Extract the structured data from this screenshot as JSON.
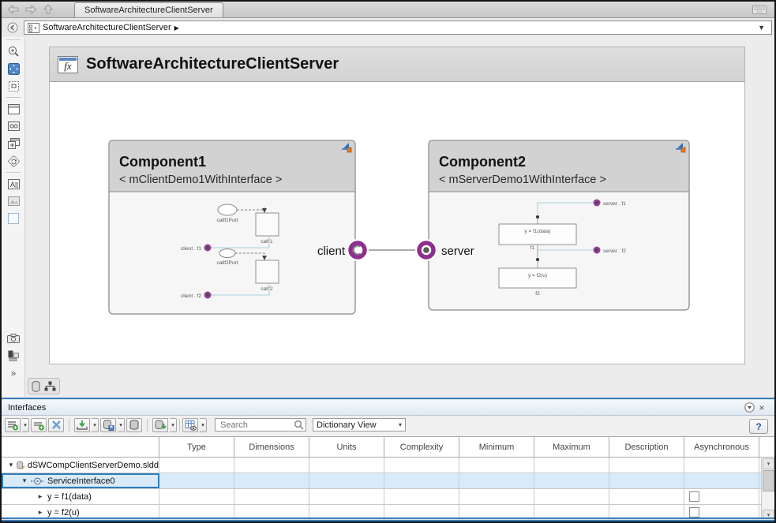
{
  "window": {
    "tab_title": "SoftwareArchitectureClientServer",
    "breadcrumb_item": "SoftwareArchitectureClientServer"
  },
  "canvas": {
    "title": "SoftwareArchitectureClientServer"
  },
  "diagram": {
    "component1": {
      "name": "Component1",
      "stereotype": "< mClientDemo1WithInterface >",
      "callf1_port": "callf1Port",
      "callf1": "callf1",
      "callf2_port": "callf2Port",
      "callf2": "callf2",
      "client_f1": "client . f1",
      "client_f2": "client . f2",
      "port_label": "client"
    },
    "component2": {
      "name": "Component2",
      "stereotype": "< mServerDemo1WithInterface >",
      "f1_expr": "y = f1(data)",
      "f1": "f1",
      "f2_expr": "y = f2(u)",
      "f2": "f2",
      "server_f1": "server . f1",
      "server_f2": "server . f2",
      "port_label": "server"
    }
  },
  "interfaces": {
    "title": "Interfaces",
    "search_placeholder": "Search",
    "view_mode": "Dictionary View",
    "columns": [
      "Type",
      "Dimensions",
      "Units",
      "Complexity",
      "Minimum",
      "Maximum",
      "Description",
      "Asynchronous"
    ],
    "rows": [
      {
        "label": "dSWCompClientServerDemo.sldd"
      },
      {
        "label": "ServiceInterface0"
      },
      {
        "label": "y = f1(data)"
      },
      {
        "label": "y = f2(u)"
      }
    ]
  },
  "icons": {
    "breadcrumb_caret": "▶",
    "dropdown": "▼",
    "combo_dd": "▾",
    "tri_open": "▾",
    "tri_closed": "▸",
    "close": "×",
    "chevrons": "»",
    "help": "?",
    "fx": "fx"
  },
  "colors": {
    "port_purple": "#8e2f8e",
    "selection_blue": "#2e7dbe",
    "connector_blue": "#a9d3df",
    "accent_splitter": "#3f7cb6"
  }
}
